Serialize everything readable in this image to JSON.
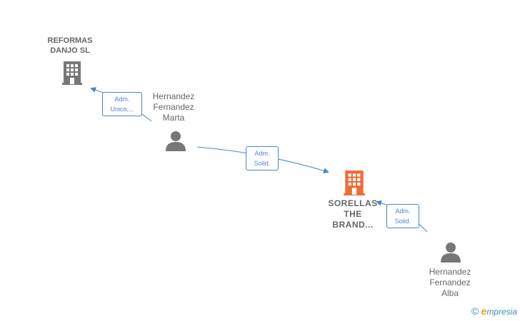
{
  "nodes": {
    "reformas": {
      "line1": "REFORMAS",
      "line2": "DANJO SL"
    },
    "marta": {
      "line1": "Hernandez",
      "line2": "Fernandez",
      "line3": "Marta"
    },
    "sorellas": {
      "line1": "SORELLAS",
      "line2": "THE",
      "line3": "BRAND..."
    },
    "alba": {
      "line1": "Hernandez",
      "line2": "Fernandez",
      "line3": "Alba"
    }
  },
  "edges": {
    "marta_reformas": {
      "line1": "Adm.",
      "line2": "Unico,..."
    },
    "marta_sorellas": {
      "line1": "Adm.",
      "line2": "Solid."
    },
    "alba_sorellas": {
      "line1": "Adm.",
      "line2": "Solid."
    }
  },
  "footer": {
    "copyright": "©",
    "brand_e": "e",
    "brand_rest": "mpresia"
  },
  "colors": {
    "edge": "#4a86c8",
    "company_icon": "#777777",
    "main_company_icon": "#f06a35",
    "person_icon": "#777777"
  }
}
